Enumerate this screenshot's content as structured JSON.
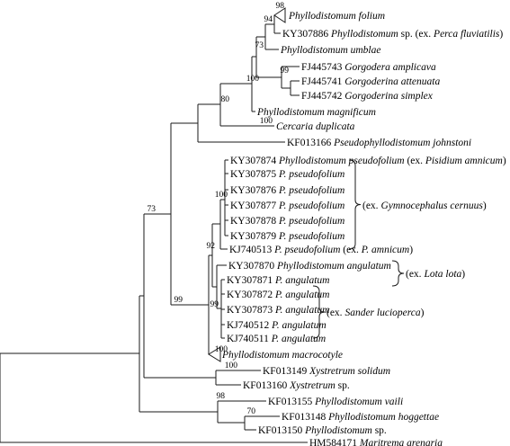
{
  "taxa": {
    "ph_folium": [
      "",
      "Phyllodistomum folium",
      ""
    ],
    "ky307886": [
      "KY307886 ",
      "Phyllodistomum",
      " sp. (ex. ",
      "Perca fluviatilis",
      ")"
    ],
    "ph_umblae": [
      "",
      "Phyllodistomum umblae",
      ""
    ],
    "fj445743": [
      "FJ445743 ",
      "Gorgodera amplicava",
      ""
    ],
    "fj445741": [
      "FJ445741 ",
      "Gorgoderina attenuata",
      ""
    ],
    "fj445742": [
      "FJ445742 ",
      "Gorgoderina simplex",
      ""
    ],
    "ph_magnificum": [
      "",
      "Phyllodistomum magnificum",
      ""
    ],
    "cercaria": [
      "",
      "Cercaria duplicata",
      ""
    ],
    "kf013166": [
      "KF013166 ",
      "Pseudophyllodistomum johnstoni",
      ""
    ],
    "ky307874": [
      "KY307874 ",
      "Phyllodistomum pseudofolium",
      " (ex. ",
      "Pisidium amnicum",
      ")"
    ],
    "ky307875": [
      "KY307875 ",
      "P. pseudofolium",
      ""
    ],
    "ky307876": [
      "KY307876 ",
      "P. pseudofolium",
      ""
    ],
    "ky307877": [
      "KY307877 ",
      "P. pseudofolium",
      ""
    ],
    "ky307878": [
      "KY307878 ",
      "P. pseudofolium",
      ""
    ],
    "ky307879": [
      "KY307879 ",
      "P. pseudofolium",
      ""
    ],
    "kj740513": [
      "KJ740513 ",
      "P. pseudofolium",
      " (ex. ",
      "P. amnicum",
      ")"
    ],
    "ky307870": [
      "KY307870 ",
      "Phyllodistomum angulatum",
      ""
    ],
    "ky307871": [
      "KY307871 ",
      "P. angulatum",
      ""
    ],
    "ky307872": [
      "KY307872 ",
      "P. angulatum",
      ""
    ],
    "ky307873": [
      "KY307873 ",
      "P. angulatum",
      ""
    ],
    "kj740512": [
      "KJ740512 ",
      "P. angulatum",
      ""
    ],
    "kj740511": [
      "KJ740511 ",
      "P. angulatum",
      ""
    ],
    "ph_macrocotyle": [
      "",
      "Phyllodistomum macrocotyle",
      ""
    ],
    "kf013149": [
      "KF013149 ",
      "Xystretrum solidum",
      ""
    ],
    "kf013160": [
      "KF013160 ",
      "Xystretrum",
      " sp."
    ],
    "kf013155": [
      "KF013155 ",
      "Phyllodistomum vaili",
      ""
    ],
    "kf013148": [
      "KF013148 ",
      "Phyllodistomum hoggettae",
      ""
    ],
    "kf013150": [
      "KF013150 ",
      "Phyllodistomum",
      " sp."
    ],
    "hm584171": [
      "HM584171 ",
      "Maritrema arenaria",
      ""
    ]
  },
  "host_groups": {
    "gymnocephalus": [
      "(ex. ",
      "Gymnocephalus cernuus",
      ")"
    ],
    "lota": [
      "(ex. ",
      "Lota lota",
      ")"
    ],
    "sander": [
      "(ex. ",
      "Sander lucioperca",
      ")"
    ]
  },
  "support": {
    "n98_top": "98",
    "n94": "94",
    "n73_top": "73",
    "n99_gorg": "99",
    "n100_magn": "100",
    "n80": "80",
    "n100_cerc": "100",
    "n73_root": "73",
    "n100_pseudo": "100",
    "n92": "92",
    "n99_ang": "99",
    "n99_inner": "99",
    "n100_macro": "100",
    "n100_xys": "100",
    "n98_bot": "98",
    "n70": "70"
  }
}
